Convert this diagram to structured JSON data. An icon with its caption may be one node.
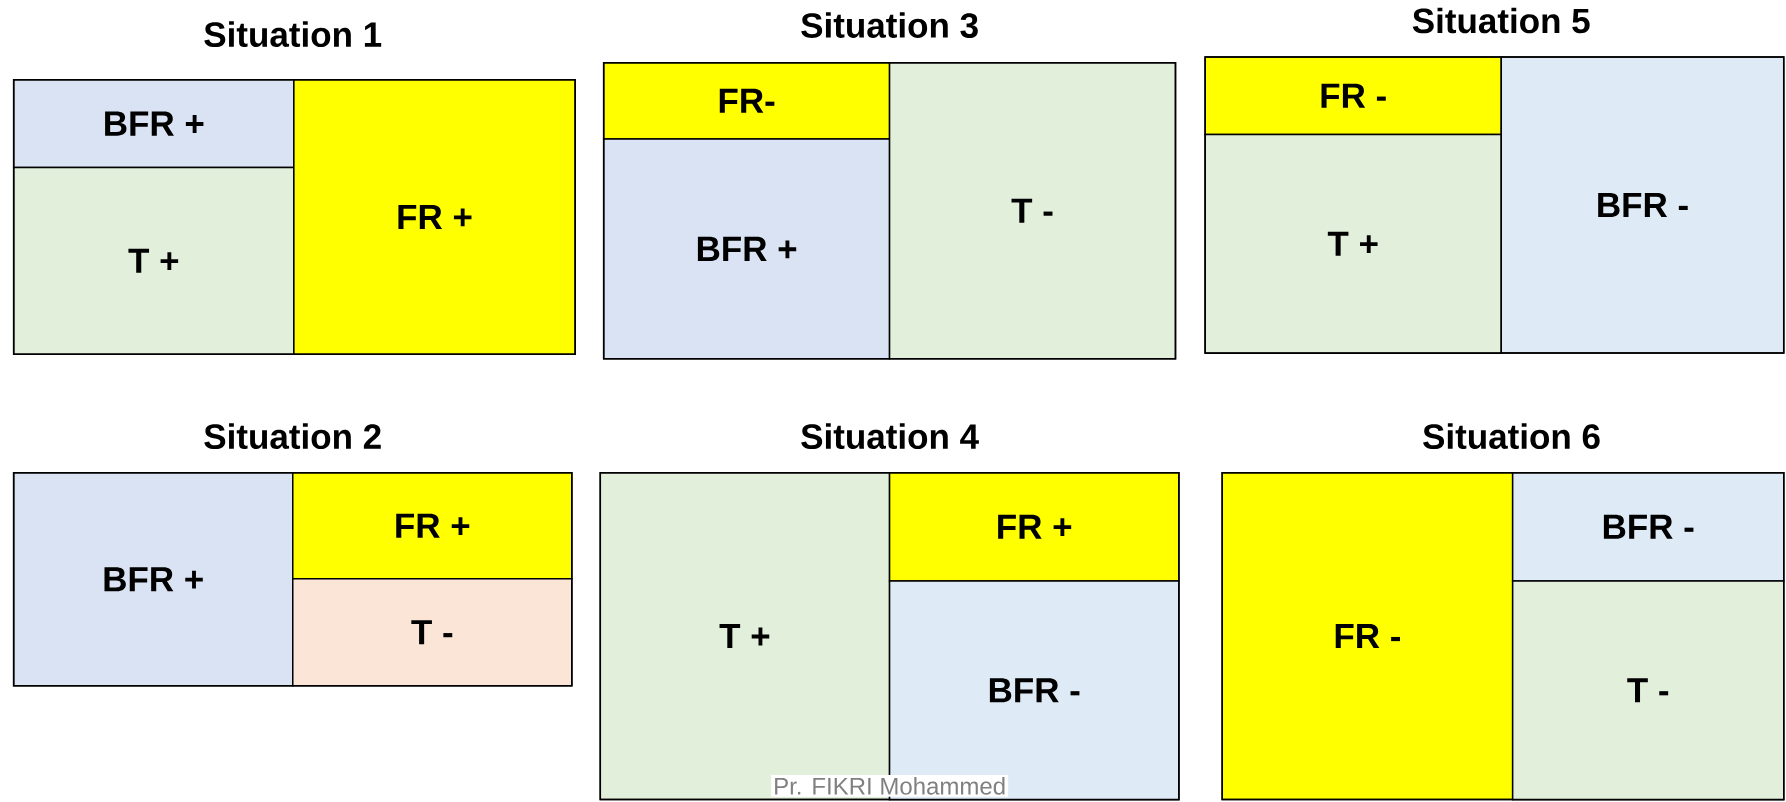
{
  "diagram": {
    "nodes": [
      {
        "text": [
          "Situation 1"
        ]
      },
      {
        "text": [
          "BFR +"
        ],
        "in": 0
      },
      {
        "text": [
          "T +"
        ],
        "in": 0
      },
      {
        "text": [
          "FR +"
        ],
        "in": 0
      },
      {
        "text": [
          "Situation 3"
        ]
      },
      {
        "text": [
          "FR-"
        ],
        "in": 4
      },
      {
        "text": [
          "BFR +"
        ],
        "in": 4
      },
      {
        "text": [
          "T -"
        ],
        "in": 4
      },
      {
        "text": [
          "Situation 5"
        ]
      },
      {
        "text": [
          "FR -"
        ],
        "in": 8
      },
      {
        "text": [
          "T +"
        ],
        "in": 8
      },
      {
        "text": [
          "BFR -"
        ],
        "in": 8
      },
      {
        "text": [
          "Situation 2"
        ]
      },
      {
        "text": [
          "BFR +"
        ],
        "in": 12
      },
      {
        "text": [
          "FR +"
        ],
        "in": 12
      },
      {
        "text": [
          "T -"
        ],
        "in": 12
      },
      {
        "text": [
          "Situation 4"
        ]
      },
      {
        "text": [
          "T +"
        ],
        "in": 16
      },
      {
        "text": [
          "FR +"
        ],
        "in": 16
      },
      {
        "text": [
          "BFR -"
        ],
        "in": 16
      },
      {
        "text": [
          "Situation 6"
        ]
      },
      {
        "text": [
          "FR -"
        ],
        "in": 20
      },
      {
        "text": [
          "BFR -"
        ],
        "in": 20
      },
      {
        "text": [
          "T -"
        ],
        "in": 20
      }
    ],
    "edges": [],
    "labels": [
      "Pr. FIKRI Mohammed"
    ]
  }
}
